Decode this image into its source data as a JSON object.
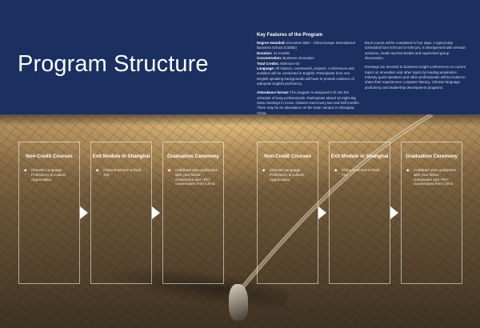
{
  "header": {
    "title": "Program Structure",
    "features_title": "Key Features of the Program"
  },
  "features": {
    "degree_label": "Degree Awarded:",
    "degree_value": "Executive MBA - China Europe International Business School (CEIBS)",
    "duration_label": "Duration:",
    "duration_value": "24 months",
    "concentration_label": "Concentration:",
    "concentration_value": "Business Innovation",
    "credits_label": "Total Credits:",
    "credits_value": "Minimum 63",
    "language_label": "Language:",
    "language_value": "All classes, coursework, projects, conferences and activities will be conducted in English. Participants from non-English speaking backgrounds will have to provide evidence of adequate English proficiency.",
    "attendance_label": "Attendance format:",
    "attendance_value": "The program is designed to fit into the schedule of busy professionals. Participants attend 10 eight-day class meetings in Accra. Classes meet every two and half months. There may be an attendance on the main campus in Shanghai, China.",
    "para_week": "Each course will be completed in four days. A typical day scheduled from 8:00 am to 9:00 pm, is interspersed with seminar sessions, meals and tea-breaks and supervised group discussions.",
    "para_evening": "Evenings are devoted to business insight conferences on current topics on innovation and other topics by leading academics. Industry guest speakers and other professionals will be invited to share their experiences: computer literacy, Chinese language proficiency and leadership development programs."
  },
  "boxes": [
    {
      "title": "Non-Credit Courses",
      "item": "Chinese Language Proficiency & Culture Appreciation"
    },
    {
      "title": "Exit Module in Shanghai",
      "item": "China Business & Field Trip"
    },
    {
      "title": "Graduation Ceremony",
      "item": "Celebrate your graduation with your fellow classmates and 700+ counterparts from China"
    },
    {
      "title": "Non-Credit Courses",
      "item": "Chinese Language Proficiency & Culture Appreciation"
    },
    {
      "title": "Exit Module in Shanghai",
      "item": "China Business & Field Trip"
    },
    {
      "title": "Graduation Ceremony",
      "item": "Celebrate your graduation with your fellow classmates and 700+ counterparts from China"
    }
  ],
  "bullet_icon": "diamond-bullet-icon",
  "arrow_icon": "right-triangle-arrow-icon",
  "colors": {
    "header_bg": "#1b2f60",
    "text": "#ffffff"
  }
}
